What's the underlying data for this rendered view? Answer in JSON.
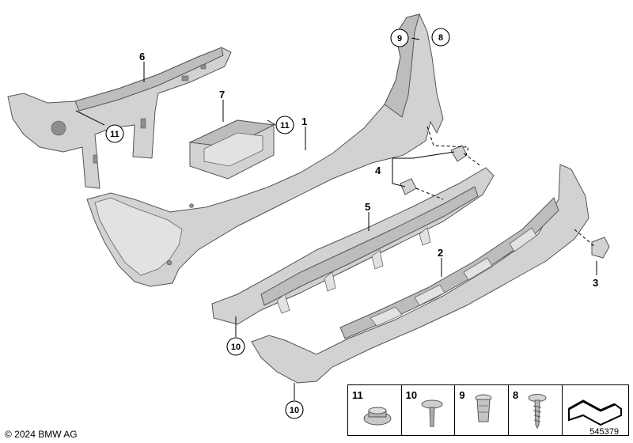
{
  "labels": {
    "part1": "1",
    "part2": "2",
    "part3": "3",
    "part4": "4",
    "part5": "5",
    "part6": "6",
    "part7": "7",
    "callout_9_top": "9",
    "callout_8_top": "8",
    "callout_11_left": "11",
    "callout_11_mid": "11",
    "callout_10_upper": "10",
    "callout_10_lower": "10"
  },
  "legend": [
    {
      "number": "11",
      "icon": "nut-icon"
    },
    {
      "number": "10",
      "icon": "expanding-rivet-icon"
    },
    {
      "number": "9",
      "icon": "spreading-nut-icon"
    },
    {
      "number": "8",
      "icon": "screw-icon"
    },
    {
      "number": "",
      "icon": "arrow-shim-icon"
    }
  ],
  "footer": {
    "copyright": "© 2024 BMW AG",
    "diagram_number": "545379"
  },
  "colors": {
    "part_fill": "#d2d2d2",
    "outline": "#555555"
  }
}
